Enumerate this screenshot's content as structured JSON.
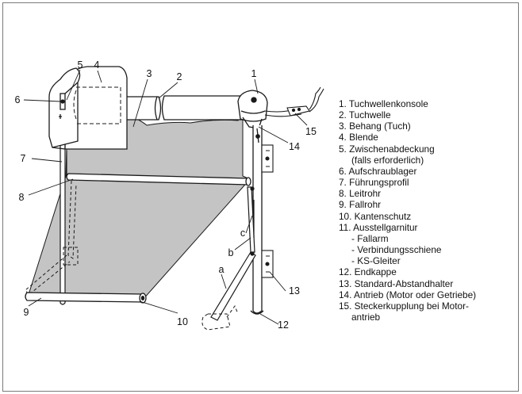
{
  "callouts": [
    "1",
    "2",
    "3",
    "4",
    "5",
    "6",
    "7",
    "8",
    "9",
    "10",
    "12",
    "13",
    "14",
    "15"
  ],
  "arm_letters": [
    "a",
    "b",
    "c"
  ],
  "legend": [
    "1. Tuchwellenkonsole",
    "2. Tuchwelle",
    "3. Behang (Tuch)",
    "4. Blende",
    "5. Zwischenabdeckung",
    "(falls erforderlich)",
    "6. Aufschraublager",
    "7. Führungsprofil",
    "8. Leitrohr",
    "9. Fallrohr",
    "10. Kantenschutz",
    "11. Ausstellgarnitur",
    "- Fallarm",
    "- Verbindungsschiene",
    "- KS-Gleiter",
    "12. Endkappe",
    "13. Standard-Abstandhalter",
    "14. Antrieb (Motor oder Getriebe)",
    "15. Steckerkupplung bei Motor-",
    "antrieb"
  ],
  "colors": {
    "fabric": "#c4c4c4",
    "line": "#1a1a1a",
    "frame": "#7a7a7a"
  }
}
